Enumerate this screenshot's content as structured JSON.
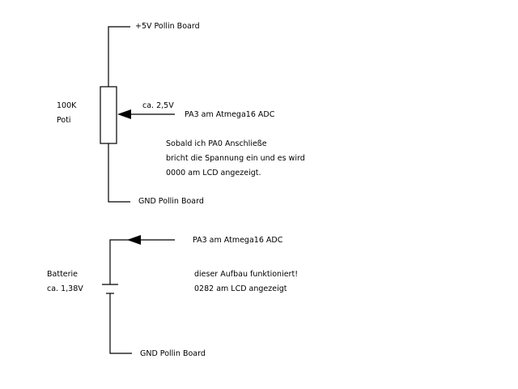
{
  "circuit1": {
    "vcc_label": "+5V Pollin Board",
    "pot_label": "100K\nPoti",
    "voltage_label": "ca. 2,5V",
    "adc_label": "PA3 am Atmega16 ADC",
    "note": "Sobald ich PA0 Anschließe\nbricht die Spannung ein und es wird\n0000 am LCD angezeigt.",
    "gnd_label": "GND Pollin Board"
  },
  "circuit2": {
    "adc_label": "PA3 am Atmega16 ADC",
    "battery_label": "Batterie\nca. 1,38V",
    "note": "dieser Aufbau funktioniert!\n0282 am LCD angezeigt",
    "gnd_label": "GND Pollin Board"
  }
}
